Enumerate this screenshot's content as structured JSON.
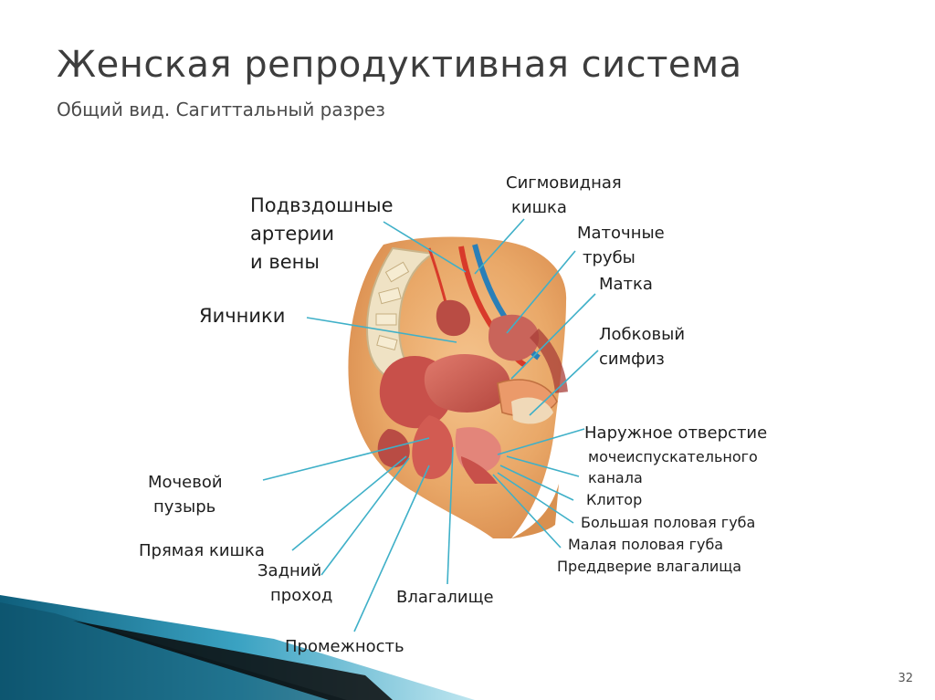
{
  "slide": {
    "title": "Женская репродуктивная система",
    "subtitle": "Общий вид.  Сагиттальный разрез",
    "page_number": "32"
  },
  "labels": {
    "sigmoid_line1": "Сигмовидная",
    "sigmoid_line2": "кишка",
    "iliac_line1": "Подвздошные",
    "iliac_line2": "артерии",
    "iliac_line3": "и вены",
    "tubes_line1": "Маточные",
    "tubes_line2": "трубы",
    "uterus": "Матка",
    "ovaries": "Яичники",
    "symphysis_line1": "Лобковый",
    "symphysis_line2": "симфиз",
    "urethra_line1": "Наружное отверстие",
    "urethra_line2": "мочеиспускательного",
    "urethra_line3": "канала",
    "clitoris": "Клитор",
    "labia_majora": "Большая половая губа",
    "labia_minora": "Малая половая губа",
    "vestibule": "Преддверие влагалища",
    "bladder_line1": "Мочевой",
    "bladder_line2": "пузырь",
    "rectum": "Прямая кишка",
    "anus_line1": "Задний",
    "anus_line2": "проход",
    "vagina": "Влагалище",
    "perineum": "Промежность"
  },
  "colors": {
    "title": "#3d3d3d",
    "leader_line": "#3fb0c8",
    "skin": "#e9a868",
    "muscle": "#c8504a",
    "artery": "#d83a2a",
    "vein": "#2a7fb8",
    "accent_band": "#1b6f8a"
  }
}
